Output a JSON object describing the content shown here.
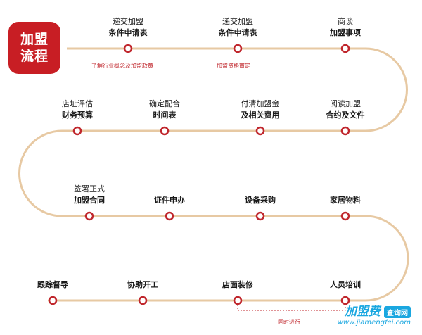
{
  "title": {
    "line1": "加盟",
    "line2": "流程"
  },
  "colors": {
    "path": "#e7c9a3",
    "node_border": "#c0272d",
    "note": "#c0272d",
    "badge": "#c81e24"
  },
  "steps": [
    {
      "row": 0,
      "line1": "递交加盟",
      "line2": "条件申请表",
      "note": "了解行业概念及加盟政策"
    },
    {
      "row": 0,
      "line1": "递交加盟",
      "line2": "条件申请表",
      "note": "加盟资格审定"
    },
    {
      "row": 0,
      "line1": "商谈",
      "line2": "加盟事项",
      "note": ""
    },
    {
      "row": 1,
      "line1": "阅读加盟",
      "line2": "合约及文件",
      "note": ""
    },
    {
      "row": 1,
      "line1": "付清加盟金",
      "line2": "及相关费用",
      "note": ""
    },
    {
      "row": 1,
      "line1": "确定配合",
      "line2": "时间表",
      "note": ""
    },
    {
      "row": 1,
      "line1": "店址评估",
      "line2": "财务预算",
      "note": ""
    },
    {
      "row": 2,
      "line1": "签署正式",
      "line2": "加盟合同",
      "note": ""
    },
    {
      "row": 2,
      "line1": "证件申办",
      "line2": "",
      "note": ""
    },
    {
      "row": 2,
      "line1": "设备采购",
      "line2": "",
      "note": ""
    },
    {
      "row": 2,
      "line1": "家居物料",
      "line2": "",
      "note": ""
    },
    {
      "row": 3,
      "line1": "人员培训",
      "line2": "",
      "note": ""
    },
    {
      "row": 3,
      "line1": "店面装修",
      "line2": "",
      "note": "同时进行"
    },
    {
      "row": 3,
      "line1": "协助开工",
      "line2": "",
      "note": ""
    },
    {
      "row": 3,
      "line1": "跟踪督导",
      "line2": "",
      "note": ""
    }
  ],
  "watermark": {
    "brand": "加盟费",
    "tag": "查询网",
    "url": "www.jiamengfei.com"
  }
}
